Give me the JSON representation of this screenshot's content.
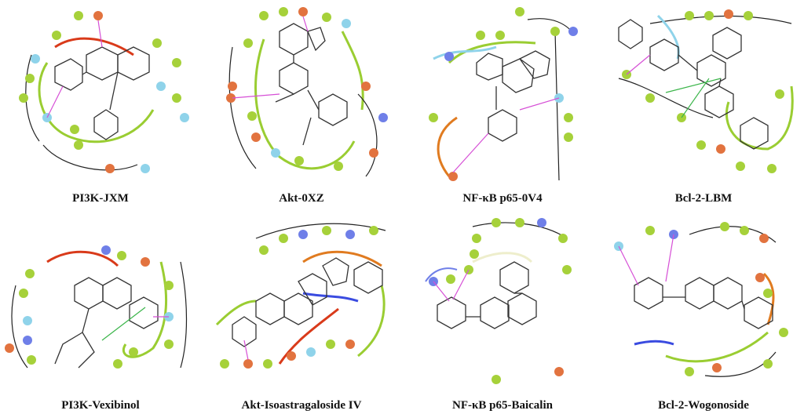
{
  "panels": [
    {
      "label": "PI3K-JXM"
    },
    {
      "label": "Akt-0XZ"
    },
    {
      "label": "NF-κB p65-0V4"
    },
    {
      "label": "Bcl-2-LBM"
    },
    {
      "label": "PI3K-Vexibinol"
    },
    {
      "label": "Akt-Isoastragaloside IV"
    },
    {
      "label": "NF-κB p65-Baicalin"
    },
    {
      "label": "Bcl-2-Wogonoside"
    }
  ],
  "colors": {
    "hydrophobic": "#a6d13a",
    "negative": "#e2733f",
    "positive": "#6f7fe8",
    "polar": "#8fd3ea",
    "glycine": "#dddddd",
    "hbond": "#d64fd6",
    "pi_stack": "#3bb54a",
    "pocket_green": "#9acd32",
    "pocket_red": "#d93a1a",
    "pocket_blue": "#3a4be0",
    "pocket_orange": "#e07b20"
  }
}
